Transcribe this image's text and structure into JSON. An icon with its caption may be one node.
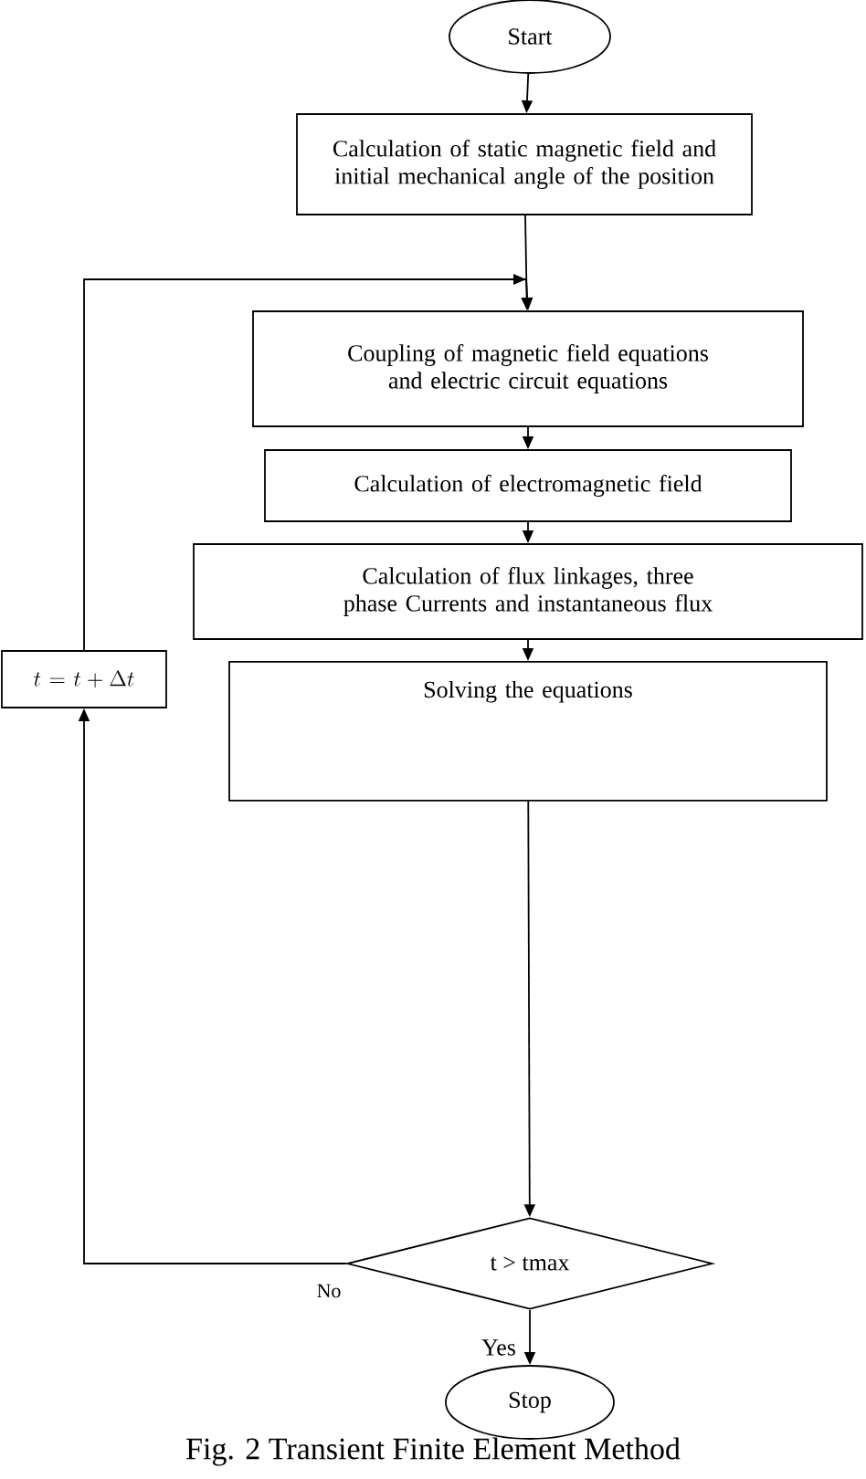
{
  "diagram": {
    "caption": "Fig. 2 Transient Finite Element Method",
    "nodes": [
      {
        "text": [
          "Start"
        ]
      },
      {
        "text": [
          "Calculation of  static magnetic field and initial mechanical angle of the position"
        ]
      },
      {
        "text": [
          "Coupling of magnetic field equations and electric circuit equations"
        ]
      },
      {
        "text": [
          "Calculation of electromagnetic field"
        ]
      },
      {
        "text": [
          "Calculation of flux linkages, three phase Currents and instantaneous flux"
        ]
      },
      {
        "text": [
          "Solving the equations"
        ]
      },
      {
        "text": [
          "t > tmax"
        ]
      },
      {
        "text": [
          "Stop"
        ]
      },
      {
        "text": [
          "t = t + \\Delta t"
        ]
      }
    ],
    "edges": [
      {
        "from": 0,
        "to": 1,
        "arrow": "to"
      },
      {
        "from": 1,
        "to": 2,
        "arrow": "to"
      },
      {
        "from": 2,
        "to": 3,
        "arrow": "to"
      },
      {
        "from": 3,
        "to": 4,
        "arrow": "to"
      },
      {
        "from": 4,
        "to": 5,
        "arrow": "to"
      },
      {
        "from": 5,
        "to": 6,
        "arrow": "to"
      },
      {
        "from": 6,
        "to": 7,
        "label": "Yes",
        "arrow": "to"
      },
      {
        "from": 6,
        "to": 8,
        "label": "No",
        "arrow": "to"
      },
      {
        "from": 8,
        "to": 2,
        "arrow": "to"
      }
    ]
  }
}
